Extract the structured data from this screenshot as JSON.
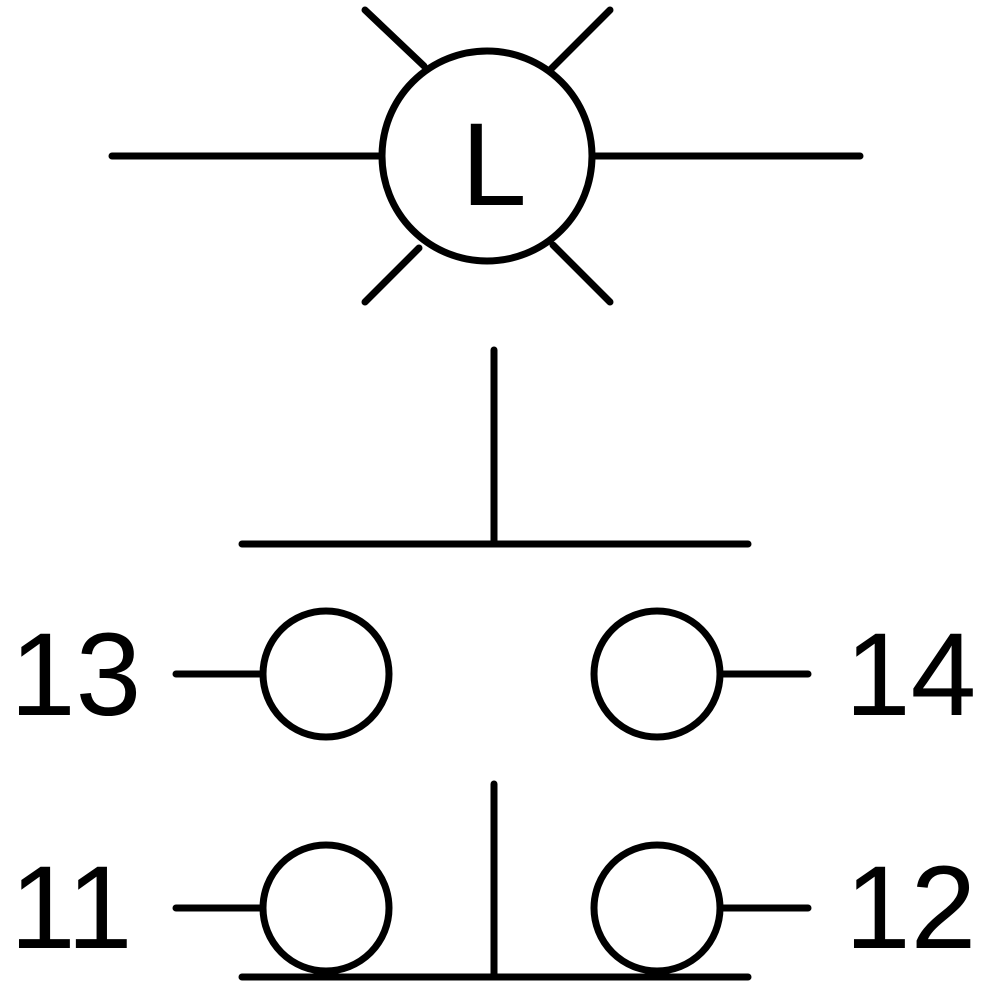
{
  "lamp": {
    "letter": "L"
  },
  "terminals": {
    "t13": "13",
    "t14": "14",
    "t11": "11",
    "t12": "12"
  },
  "colors": {
    "stroke": "#000000",
    "background": "#ffffff"
  }
}
